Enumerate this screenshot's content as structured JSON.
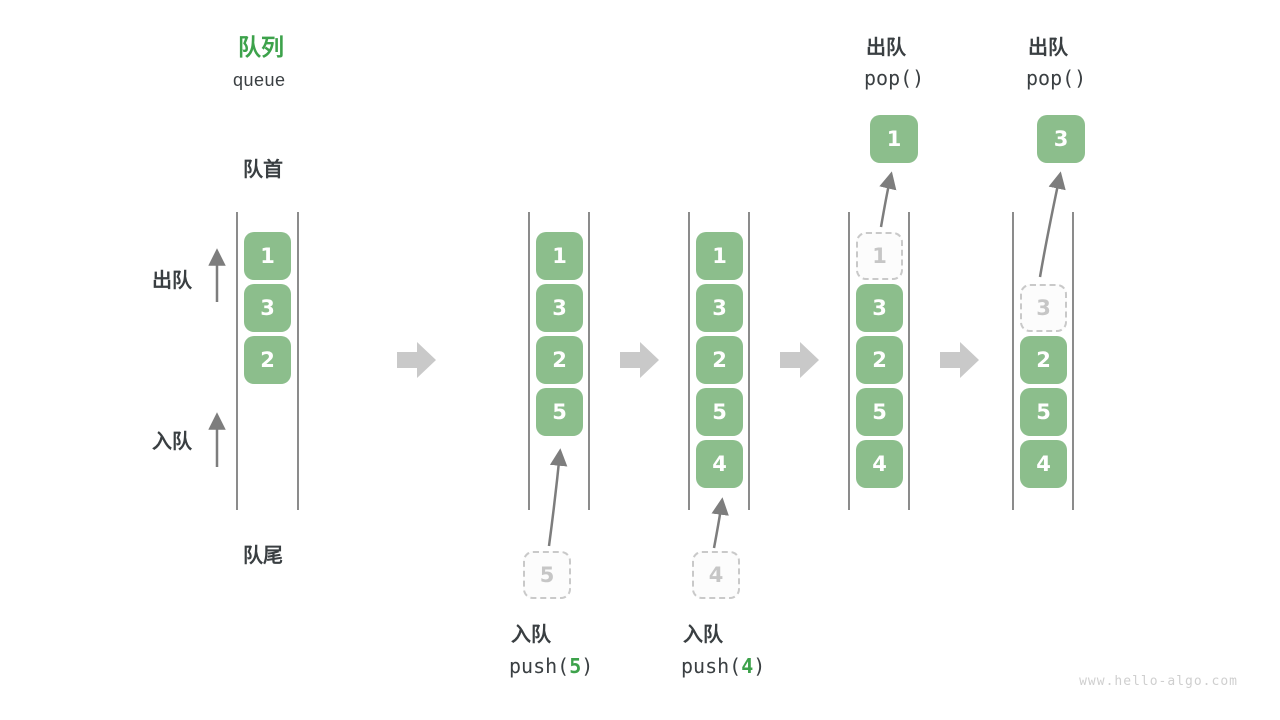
{
  "page": {
    "watermark": "www.hello-algo.com"
  },
  "colors": {
    "box_green": "#8CBE8C",
    "title_green": "#3DA24B",
    "text_dark": "#3A3F42",
    "block_arrow_gray": "#C9C9C9",
    "thin_arrow_gray": "#7D7D7D",
    "rail_line": "#4D4D4D",
    "ghost_border": "#C9C9C9",
    "ghost_text": "#C6C6C6",
    "watermark_gray": "#CFCFCF",
    "background": "#FFFFFF"
  },
  "legend": {
    "title_zh": "队列",
    "title_en": "queue",
    "front": "队首",
    "rear": "队尾",
    "dequeue": "出队",
    "enqueue": "入队"
  },
  "operations": {
    "push5": {
      "label": "入队",
      "code_open": "push(",
      "code_arg": "5",
      "code_close": ")"
    },
    "push4": {
      "label": "入队",
      "code_open": "push(",
      "code_arg": "4",
      "code_close": ")"
    },
    "pop1": {
      "label": "出队",
      "code": "pop()"
    },
    "pop2": {
      "label": "出队",
      "code": "pop()"
    }
  },
  "floating": {
    "pop1": "1",
    "pop2": "3",
    "push5": "5",
    "push4": "4"
  },
  "columns": [
    {
      "name": "state-initial",
      "cells": [
        "1",
        "3",
        "2"
      ]
    },
    {
      "name": "state-after-push5",
      "cells": [
        "1",
        "3",
        "2",
        "5"
      ]
    },
    {
      "name": "state-after-push4",
      "cells": [
        "1",
        "3",
        "2",
        "5",
        "4"
      ]
    },
    {
      "name": "state-after-pop1",
      "popped": "1",
      "cells": [
        "3",
        "2",
        "5",
        "4"
      ]
    },
    {
      "name": "state-after-pop2",
      "popped": "3",
      "cells": [
        "2",
        "5",
        "4"
      ]
    }
  ]
}
